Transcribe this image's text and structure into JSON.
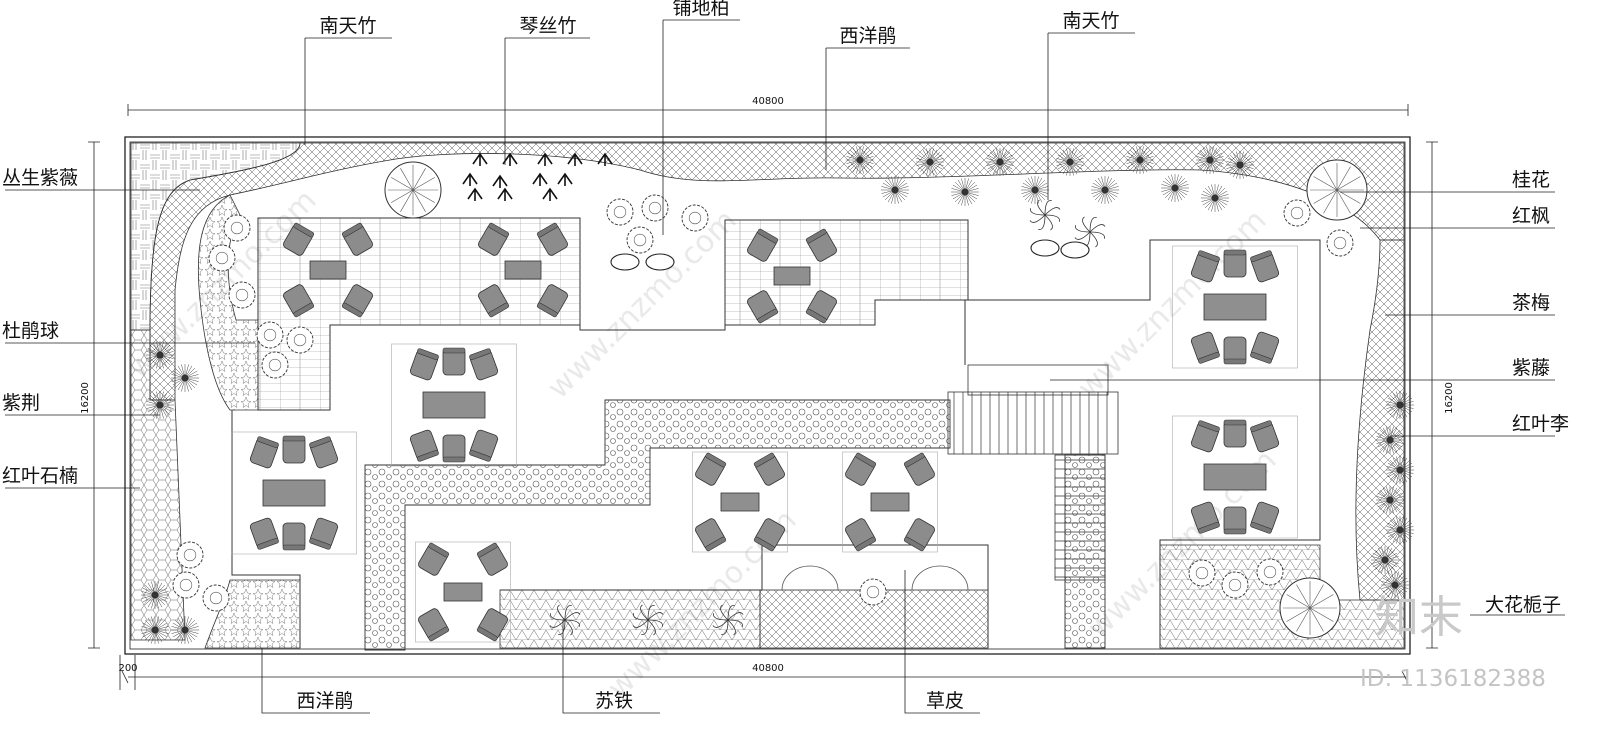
{
  "labels": {
    "top": [
      "南天竹",
      "琴丝竹",
      "铺地柏",
      "西洋鹃",
      "南天竹"
    ],
    "left": [
      "丛生紫薇",
      "杜鹃球",
      "紫荆",
      "红叶石楠"
    ],
    "right": [
      "桂花",
      "红枫",
      "茶梅",
      "紫藤",
      "红叶李",
      "大花栀子"
    ],
    "bottom": [
      "西洋鹃",
      "苏铁",
      "草皮"
    ]
  },
  "dimensions": {
    "top_width": "40800",
    "bottom_width": "40800",
    "left_height": "16200",
    "right_height": "16200",
    "offset": "200"
  },
  "watermark": {
    "brand": "知末",
    "id_text": "ID: 1136182388",
    "site": "www.znzmo.com"
  },
  "colors": {
    "line": "#222222",
    "chair_fill": "#8c8c8c",
    "table_fill": "#8f8f8f",
    "watermark": "#d0d0d0"
  }
}
